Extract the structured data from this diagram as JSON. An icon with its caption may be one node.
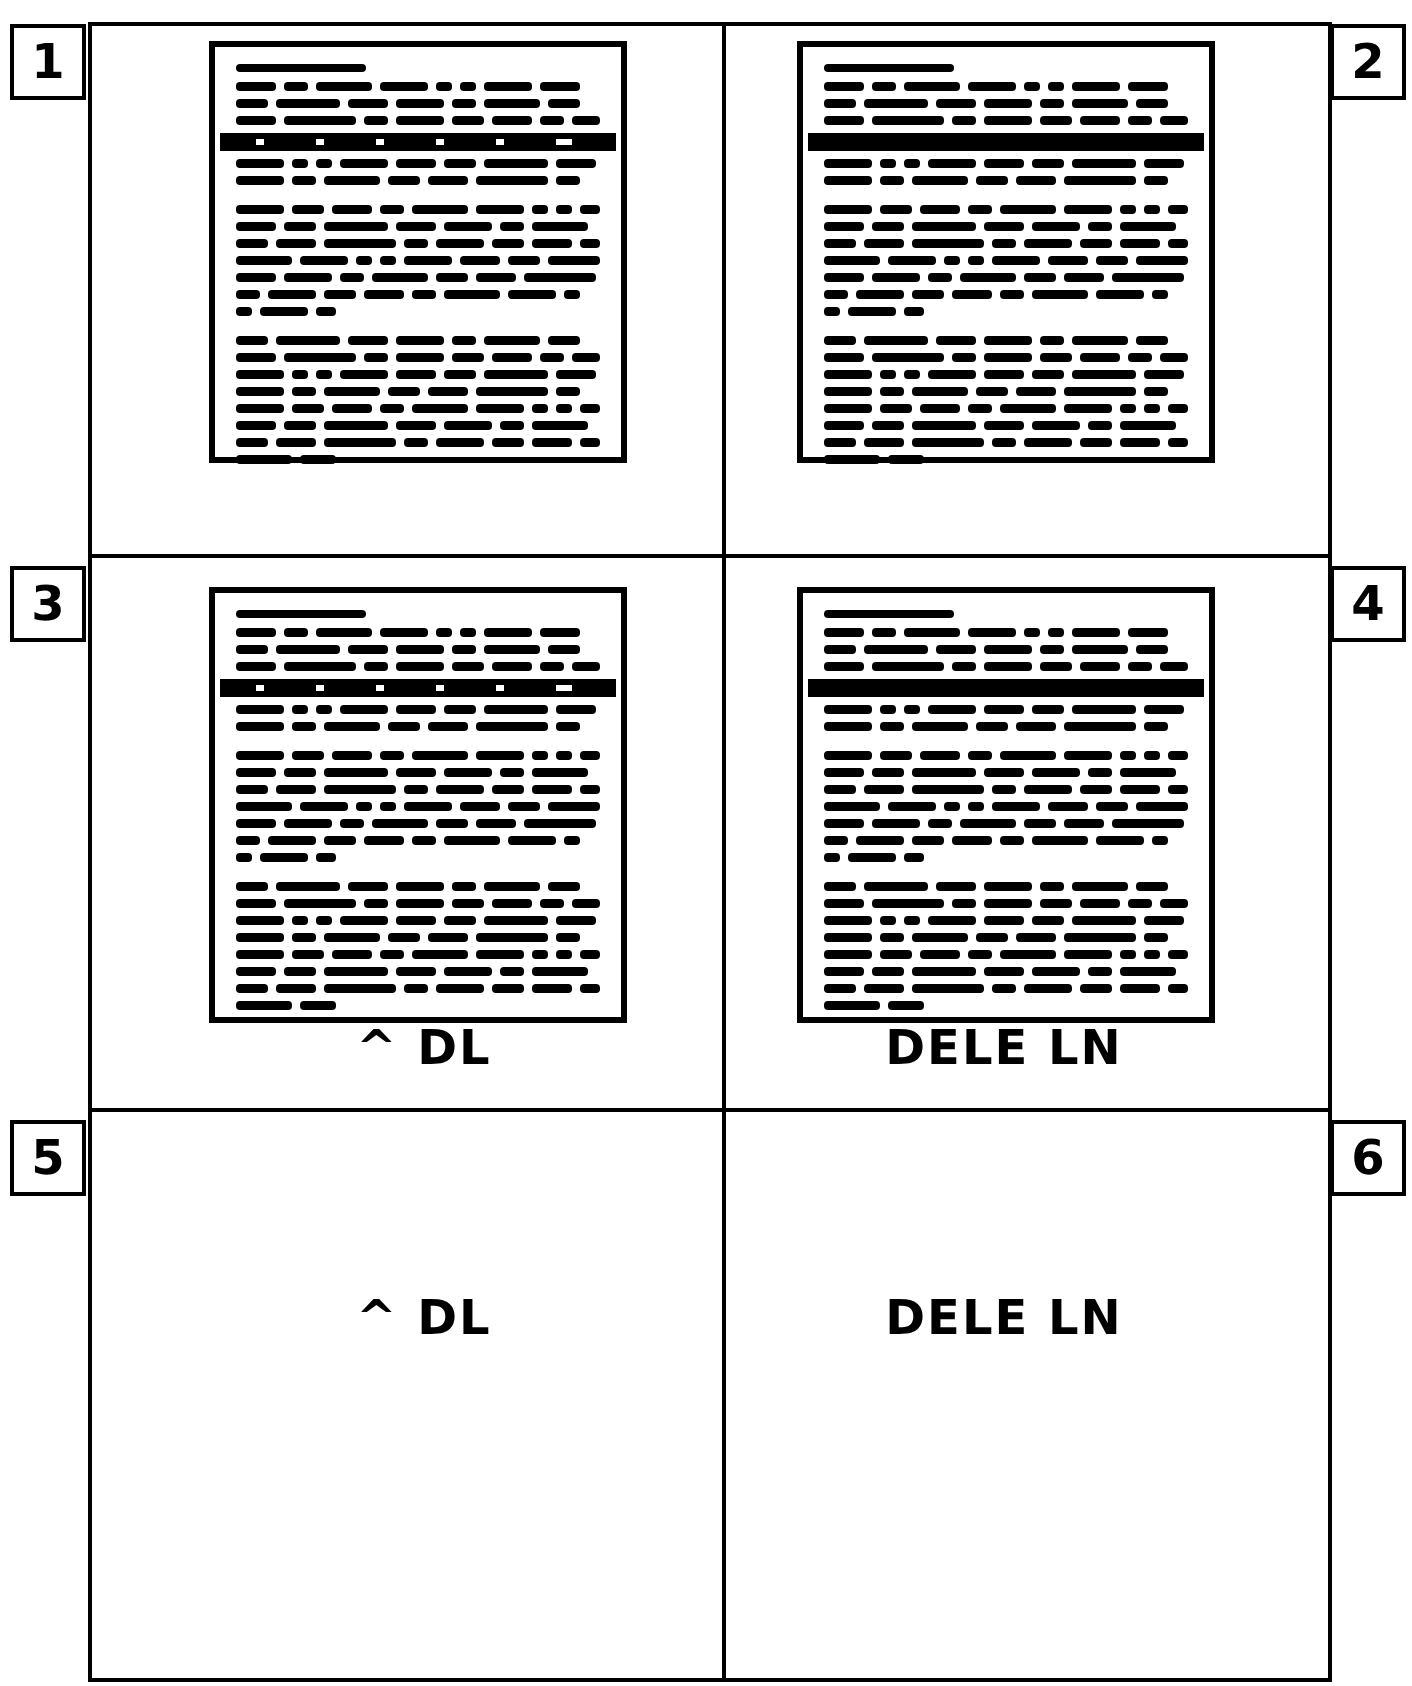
{
  "diagram": {
    "nodes": [
      {
        "text": [
          "1"
        ]
      },
      {
        "text": [
          "2"
        ]
      },
      {
        "text": [
          "3"
        ]
      },
      {
        "text": [
          "4"
        ]
      },
      {
        "text": [
          "5"
        ]
      },
      {
        "text": [
          "6"
        ]
      }
    ],
    "labels": [
      "^ DL",
      "DELE LN",
      "^ DL",
      "DELE LN"
    ]
  }
}
